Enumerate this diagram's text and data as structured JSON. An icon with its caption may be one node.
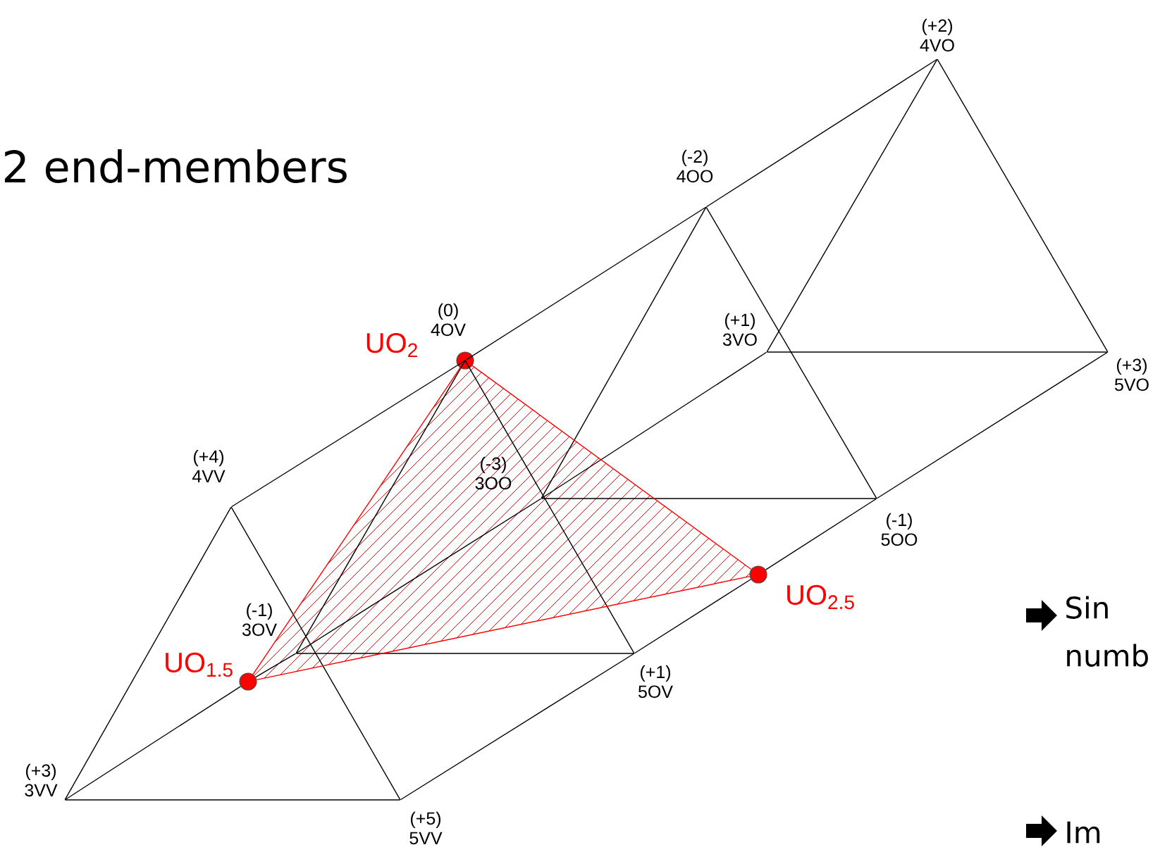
{
  "diagram": {
    "nodes": [
      {
        "text": [
          "(+2)",
          "4VO"
        ]
      },
      {
        "text": [
          "(-2)",
          "4OO"
        ]
      },
      {
        "text": [
          "(0)",
          "4OV"
        ]
      },
      {
        "text": [
          "(+1)",
          "3VO"
        ]
      },
      {
        "text": [
          "(+3)",
          "5VO"
        ]
      },
      {
        "text": [
          "UO$_{2}$"
        ]
      },
      {
        "text": [
          "(+4)",
          "4VV"
        ]
      },
      {
        "text": [
          "(-3)",
          "3OO"
        ]
      },
      {
        "text": [
          "(-1)",
          "5OO"
        ]
      },
      {
        "text": [
          "UO$_{2.5}$"
        ]
      },
      {
        "text": [
          "(-1)",
          "3OV"
        ]
      },
      {
        "text": [
          "UO$_{1.5}$"
        ]
      },
      {
        "text": [
          "(+1)",
          "5OV"
        ]
      },
      {
        "text": [
          "(+3)",
          "3VV"
        ]
      },
      {
        "text": [
          "(+5)",
          "5VV"
        ]
      }
    ],
    "edges": [
      {
        "from": 13,
        "to": 14,
        "arrow": "none"
      },
      {
        "from": 13,
        "to": 6,
        "arrow": "none"
      },
      {
        "from": 6,
        "to": 14,
        "arrow": "none"
      },
      {
        "from": 10,
        "to": 12,
        "arrow": "none"
      },
      {
        "from": 10,
        "to": 2,
        "arrow": "none"
      },
      {
        "from": 2,
        "to": 12,
        "arrow": "none"
      },
      {
        "from": 7,
        "to": 8,
        "arrow": "none"
      },
      {
        "from": 7,
        "to": 1,
        "arrow": "none"
      },
      {
        "from": 1,
        "to": 8,
        "arrow": "none"
      },
      {
        "from": 3,
        "to": 4,
        "arrow": "none"
      },
      {
        "from": 3,
        "to": 0,
        "arrow": "none"
      },
      {
        "from": 0,
        "to": 4,
        "arrow": "none"
      },
      {
        "from": 13,
        "to": 11,
        "arrow": "none"
      },
      {
        "from": 11,
        "to": 10,
        "arrow": "none"
      },
      {
        "from": 10,
        "to": 7,
        "arrow": "none"
      },
      {
        "from": 7,
        "to": 3,
        "arrow": "none"
      },
      {
        "from": 14,
        "to": 12,
        "arrow": "none"
      },
      {
        "from": 12,
        "to": 9,
        "arrow": "none"
      },
      {
        "from": 9,
        "to": 8,
        "arrow": "none"
      },
      {
        "from": 8,
        "to": 4,
        "arrow": "none"
      },
      {
        "from": 6,
        "to": 2,
        "arrow": "none"
      },
      {
        "from": 2,
        "to": 1,
        "arrow": "none"
      },
      {
        "from": 1,
        "to": 0,
        "arrow": "none"
      },
      {
        "from": 5,
        "to": 11,
        "arrow": "none",
        "color": "#ff0000"
      },
      {
        "from": 11,
        "to": 9,
        "arrow": "none",
        "color": "#ff0000"
      },
      {
        "from": 9,
        "to": 5,
        "arrow": "none",
        "color": "#ff0000"
      }
    ],
    "labels": [
      "2 end-members",
      "Sin numb",
      "Im"
    ]
  }
}
